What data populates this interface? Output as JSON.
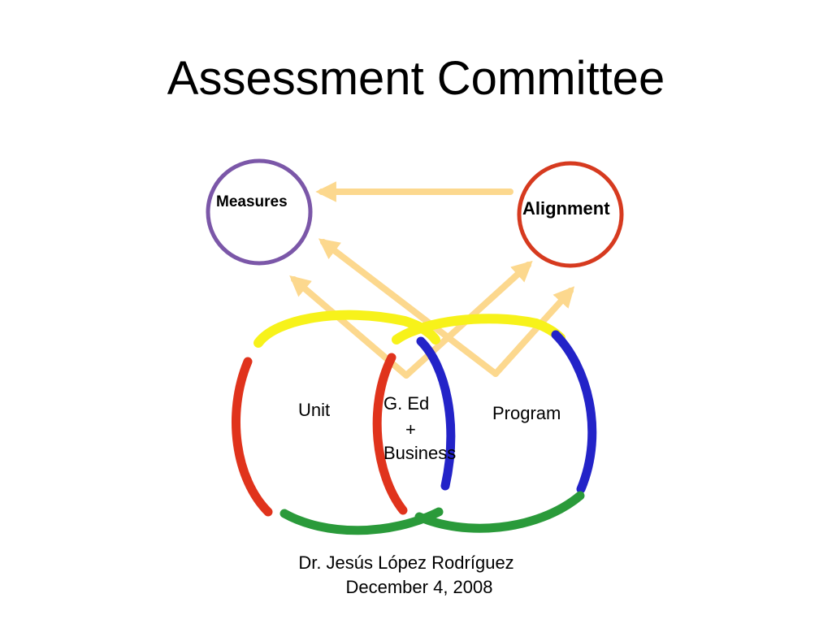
{
  "slide": {
    "title": "Assessment Committee",
    "nodes": {
      "measures": "Measures",
      "alignment": "Alignment"
    },
    "circles": {
      "unit": "Unit",
      "program": "Program",
      "overlap_line1": "G. Ed",
      "overlap_line2": "+",
      "overlap_line3": "Business"
    },
    "author": "Dr. Jesús López Rodríguez",
    "date": "December 4, 2008"
  },
  "colors": {
    "measures_ring": "#7b57a8",
    "alignment_ring": "#d63a1f",
    "arrow": "#fcd88e",
    "ring_red": "#e0331c",
    "ring_yellow": "#f7f21a",
    "ring_blue": "#2323c8",
    "ring_green": "#2a9a3a"
  }
}
